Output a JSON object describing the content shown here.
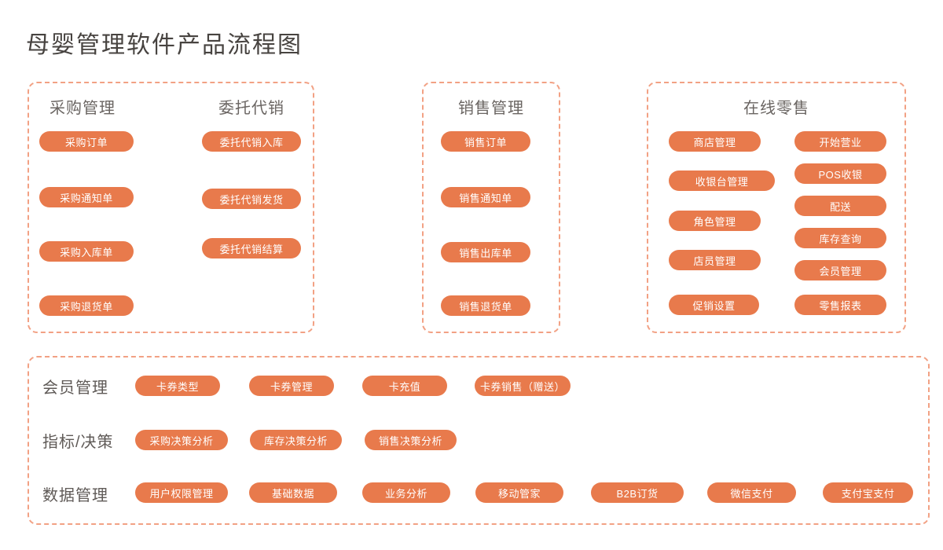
{
  "title": "母婴管理软件产品流程图",
  "colors": {
    "pill_background": "#E87A4C",
    "pill_text": "#FFFFFF",
    "dashed_border": "#F2A184",
    "title_text": "#474340",
    "heading_text": "#6A6562"
  },
  "boxes": {
    "purchase_consignment": {
      "columns": [
        {
          "heading": "采购管理",
          "items": [
            "采购订单",
            "采购通知单",
            "采购入库单",
            "采购退货单"
          ]
        },
        {
          "heading": "委托代销",
          "items": [
            "委托代销入库",
            "委托代销发货",
            "委托代销结算"
          ]
        }
      ]
    },
    "sales": {
      "heading": "销售管理",
      "items": [
        "销售订单",
        "销售通知单",
        "销售出库单",
        "销售退货单"
      ]
    },
    "online_retail": {
      "heading": "在线零售",
      "columns": [
        {
          "items": [
            "商店管理",
            "收银台管理",
            "角色管理",
            "店员管理",
            "促销设置"
          ]
        },
        {
          "items": [
            "开始营业",
            "POS收银",
            "配送",
            "库存查询",
            "会员管理",
            "零售报表"
          ]
        }
      ]
    },
    "bottom": {
      "rows": [
        {
          "label": "会员管理",
          "items": [
            "卡券类型",
            "卡券管理",
            "卡充值",
            "卡券销售（赠送）"
          ]
        },
        {
          "label": "指标/决策",
          "items": [
            "采购决策分析",
            "库存决策分析",
            "销售决策分析"
          ]
        },
        {
          "label": "数据管理",
          "items": [
            "用户权限管理",
            "基础数据",
            "业务分析",
            "移动管家",
            "B2B订货",
            "微信支付",
            "支付宝支付"
          ]
        }
      ]
    }
  }
}
